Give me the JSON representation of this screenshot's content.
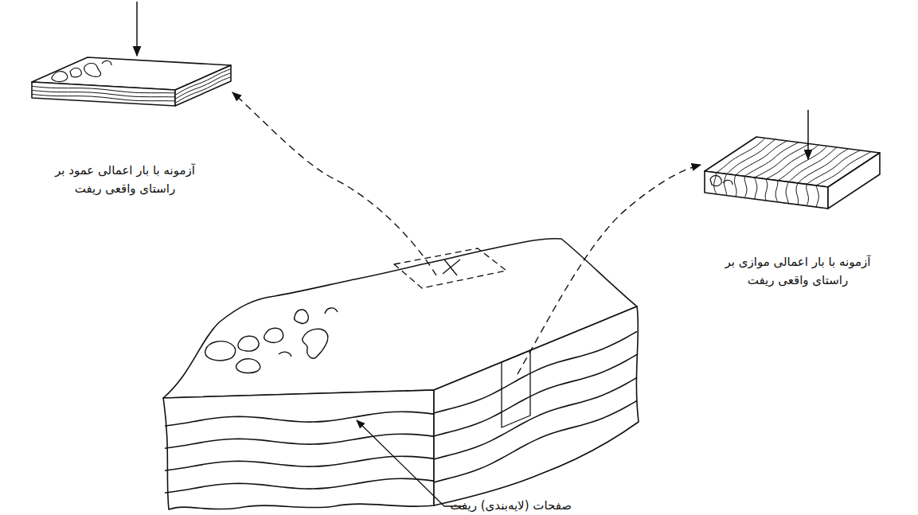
{
  "diagram": {
    "labels": [
      "آزمونه با بار اعمالی عمود بر راستای واقعی ریفت",
      "آزمونه با بار اعمالی موازی بر راستای واقعی ریفت",
      "صفحات (لایه‌بندی) ریفت"
    ]
  }
}
